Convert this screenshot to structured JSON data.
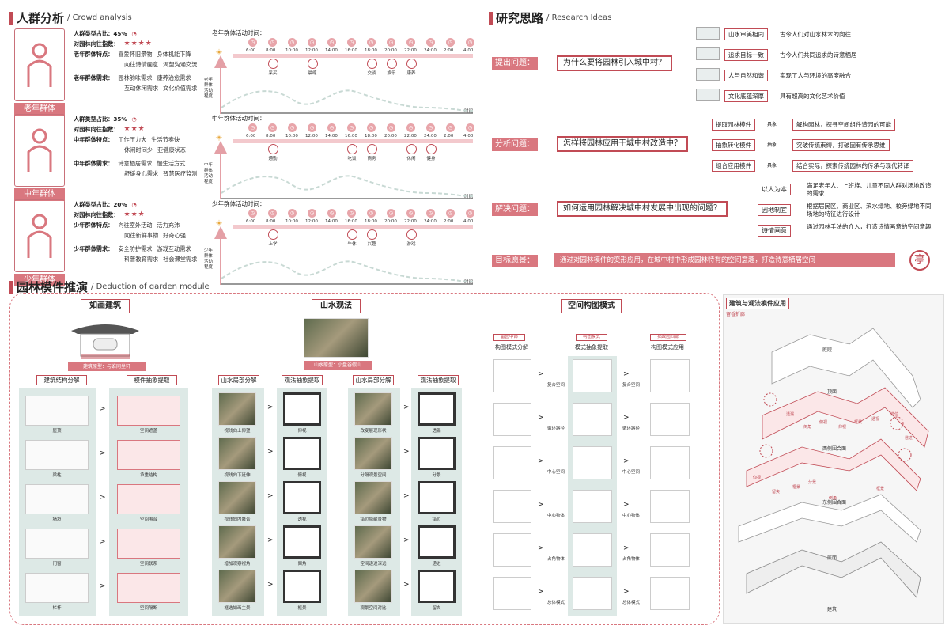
{
  "crowd": {
    "title": "人群分析",
    "title_en": "/ Crowd analysis",
    "groups": [
      {
        "label": "老年群体",
        "ratio": "人群类型占比：45%",
        "index_label": "对园林向往指数：",
        "index_stars": "★★★★",
        "feature_key": "老年群体特点：",
        "features": [
          [
            "喜爱怀旧景物",
            "身体机能下降"
          ],
          [
            "向往诗情画意",
            "渴望沟通交流"
          ]
        ],
        "need_key": "老年群体需求：",
        "needs": [
          [
            "园林韵味需求",
            "康养治愈需求"
          ],
          [
            "互动休闲需求",
            "文化价值需求"
          ]
        ],
        "act_title": "老年群体活动时间：",
        "times": [
          "6:00",
          "8:00",
          "10:00",
          "12:00",
          "14:00",
          "16:00",
          "18:00",
          "20:00",
          "22:00",
          "24:00",
          "2:00",
          "4:00"
        ],
        "activities": [
          "采买",
          "晨练",
          "交谈",
          "娱乐",
          "康养"
        ],
        "ylabel": "老年群体活动程度",
        "xlabel": "时间"
      },
      {
        "label": "中年群体",
        "ratio": "人群类型占比：35%",
        "index_label": "对园林向往指数：",
        "index_stars": "★★★",
        "feature_key": "中年群体特点：",
        "features": [
          [
            "工作压力大",
            "生活节奏快"
          ],
          [
            "休闲时间少",
            "亚健康状态"
          ]
        ],
        "need_key": "中年群体需求：",
        "needs": [
          [
            "诗意栖居需求",
            "慢生活方式"
          ],
          [
            "舒缓身心需求",
            "智慧医疗监测"
          ]
        ],
        "act_title": "中年群体活动时间：",
        "times": [
          "6:00",
          "8:00",
          "10:00",
          "12:00",
          "14:00",
          "16:00",
          "18:00",
          "20:00",
          "22:00",
          "24:00",
          "2:00",
          "4:00"
        ],
        "activities": [
          "通勤",
          "吃饭",
          "商务",
          "休闲",
          "健身"
        ],
        "ylabel": "中年群体活动程度",
        "xlabel": "时间"
      },
      {
        "label": "少年群体",
        "ratio": "人群类型占比：20%",
        "index_label": "对园林向往指数：",
        "index_stars": "★★★",
        "feature_key": "少年群体特点：",
        "features": [
          [
            "向往室外活动",
            "活力充沛"
          ],
          [
            "向往新鲜事物",
            "好奇心强"
          ]
        ],
        "need_key": "少年群体需求：",
        "needs": [
          [
            "安全防护需求",
            "游戏互动需求"
          ],
          [
            "科普教育需求",
            "社会课堂需求"
          ]
        ],
        "act_title": "少年群体活动时间：",
        "times": [
          "6:00",
          "8:00",
          "10:00",
          "12:00",
          "14:00",
          "16:00",
          "18:00",
          "20:00",
          "22:00",
          "24:00",
          "2:00",
          "4:00"
        ],
        "activities": [
          "上学",
          "午休",
          "兴趣",
          "游戏"
        ],
        "ylabel": "少年群体活动程度",
        "xlabel": "时间"
      }
    ]
  },
  "research": {
    "title": "研究思路",
    "title_en": "/ Research Ideas",
    "q1_tag": "提出问题：",
    "q1": "为什么要将园林引入城中村？",
    "q1_items": [
      {
        "box": "山水审美相同",
        "text": "古今人们对山水林木的向往"
      },
      {
        "box": "追求目标一致",
        "text": "古今人们共同追求的诗意栖居"
      },
      {
        "box": "人与自然和谐",
        "text": "实现了人与环境的高度融合"
      },
      {
        "box": "文化底蕴深厚",
        "text": "具有超高的文化艺术价值"
      }
    ],
    "q2_tag": "分析问题：",
    "q2": "怎样将园林应用于城中村改造中？",
    "q2_items": [
      {
        "box": "提取园林模件",
        "mid": "具象",
        "text": "解构园林，探寻空间组件造园的可能"
      },
      {
        "box": "抽象转化模件",
        "mid": "抽象",
        "text": "突破传统束缚，打破固有传承思维"
      },
      {
        "box": "组合应用模件",
        "mid": "具象",
        "text": "结合实际，探索传统园林的传承与现代转译"
      }
    ],
    "q3_tag": "解决问题：",
    "q3": "如何运用园林解决城中村发展中出现的问题？",
    "q3_items": [
      {
        "box": "以人为本",
        "text": "满足老年人、上班族、儿童不同人群对场地改造的需求"
      },
      {
        "box": "因地制宜",
        "text": "根据居民区、商业区、滨水绿地、校旁绿地不同场地的特征进行设计"
      },
      {
        "box": "诗情画意",
        "text": "通过园林手法的介入，打造诗情画意的空间意趣"
      }
    ],
    "goal_tag": "目标愿景：",
    "goal": "通过对园林模件的变形应用，在城中村中形成园林特有的空间意趣，打造诗意栖居空间"
  },
  "deduction": {
    "title": "园林模件推演",
    "title_en": "/ Deduction of garden module",
    "m1": {
      "title": "如画建筑",
      "proto": "建筑原型：与谁同坐轩",
      "left_head": "建筑结构分解",
      "right_head": "模件抽象提取",
      "left": [
        "屋顶",
        "梁柱",
        "墙垣",
        "门窗",
        "栏杆"
      ],
      "right": [
        "空间遮盖",
        "承重结构",
        "空间围合",
        "空间联系",
        "空间隔断"
      ]
    },
    "m2": {
      "title": "山水观法",
      "proto": "山水原型：小盘谷假山",
      "heads": [
        "山水局部分解",
        "观法抽象提取",
        "山水局部分解",
        "观法抽象提取"
      ],
      "a": [
        "视线向上仰望",
        "视线向下延伸",
        "视线向内聚合",
        "增加观察视角",
        "框选如画主景"
      ],
      "b": [
        "仰视",
        "俯视",
        "透视",
        "倒角",
        "框景"
      ],
      "c": [
        "改变展现形状",
        "分隔观景空间",
        "错位隐藏景物",
        "空间递进深远",
        "观景空间对比"
      ],
      "d": [
        "透漏",
        "分景",
        "错位",
        "递进",
        "留夹"
      ]
    },
    "m3": {
      "title": "空间构图模式",
      "tops": [
        "留园中部",
        "构图模式",
        "拙政园西部"
      ],
      "heads": [
        "构图模式分解",
        "模式抽象提取",
        "构图模式应用"
      ],
      "a": [
        "复合空间",
        "循环路径",
        "中心空间",
        "中心物体",
        "占角物体",
        "总体模式"
      ],
      "b": [
        "复合空间",
        "循环路径",
        "中心空间",
        "中心物体",
        "占角物体",
        "总体模式"
      ]
    }
  },
  "app": {
    "title": "建筑与观法模件应用",
    "sub": "留香折廊",
    "labels": [
      "庭院",
      "顶面",
      "西侧围合面",
      "东侧围合面",
      "底面",
      "建筑"
    ],
    "tags": [
      "透漏",
      "倒角",
      "俯视",
      "仰视",
      "框景",
      "透视",
      "错位",
      "递进",
      "仰视",
      "留夹",
      "框景",
      "分景",
      "倒角",
      "框景"
    ]
  }
}
